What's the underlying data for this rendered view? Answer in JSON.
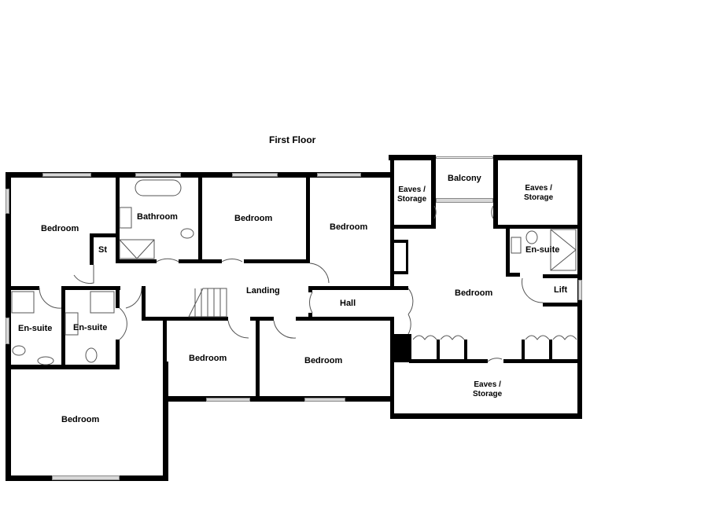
{
  "floor_title": "First Floor",
  "rooms": {
    "bedroom_nw": "Bedroom",
    "bathroom": "Bathroom",
    "bedroom_n2": "Bedroom",
    "bedroom_n3": "Bedroom",
    "store": "St",
    "ensuite_w1": "En-suite",
    "ensuite_w2": "En-suite",
    "bedroom_sw": "Bedroom",
    "landing": "Landing",
    "hall": "Hall",
    "bedroom_s1": "Bedroom",
    "bedroom_s2": "Bedroom",
    "eaves_nw": "Eaves /\nStorage",
    "balcony": "Balcony",
    "eaves_ne": "Eaves /\nStorage",
    "ensuite_e": "En-suite",
    "bedroom_e": "Bedroom",
    "lift": "Lift",
    "eaves_s": "Eaves /\nStorage"
  },
  "colors": {
    "wall": "#000000",
    "window": "#d8d8d8",
    "background": "#ffffff"
  }
}
